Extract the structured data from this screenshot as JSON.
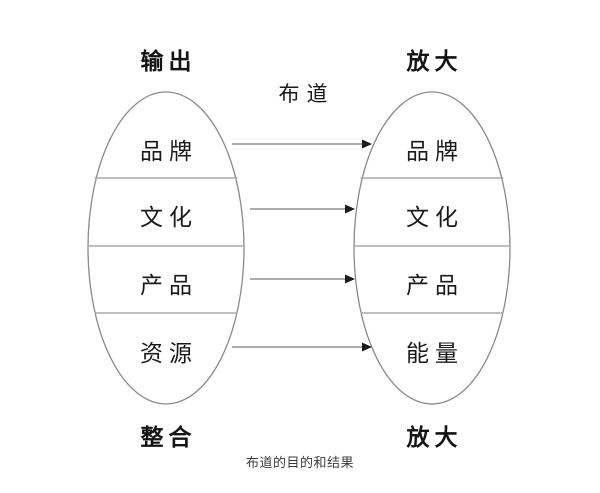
{
  "diagram": {
    "type": "two-ellipse-mapping",
    "caption": "布道的目的和结果",
    "middle_label": "布道",
    "left_group": {
      "top_label": "输出",
      "bottom_label": "整合",
      "cells": [
        "品牌",
        "文化",
        "产品",
        "资源"
      ]
    },
    "right_group": {
      "top_label": "放大",
      "bottom_label": "放大",
      "cells": [
        "品牌",
        "文化",
        "产品",
        "能量"
      ]
    },
    "arrows": [
      {
        "from": "品牌",
        "to": "品牌"
      },
      {
        "from": "文化",
        "to": "文化"
      },
      {
        "from": "产品",
        "to": "产品"
      },
      {
        "from": "资源",
        "to": "能量"
      }
    ],
    "colors": {
      "background": "#ffffff",
      "ellipse_stroke": "#8a8a8a",
      "divider_stroke": "#aaaaaa",
      "arrow_stroke": "#7a7a7a",
      "arrow_head": "#1a1a1a",
      "text": "#1a1a1a",
      "caption_text": "#3b3b3b"
    }
  }
}
